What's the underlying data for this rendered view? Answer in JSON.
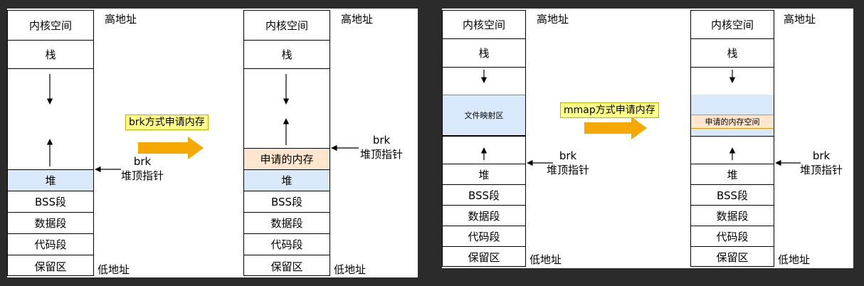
{
  "labels": {
    "high_addr": "高地址",
    "low_addr": "低地址",
    "brk": "brk",
    "heap_top_ptr": "堆顶指针"
  },
  "segments": {
    "kernel": "内核空间",
    "stack": "栈",
    "heap": "堆",
    "bss": "BSS段",
    "data": "数据段",
    "code": "代码段",
    "reserved": "保留区"
  },
  "left_figure": {
    "caption": "brk方式申请内存",
    "allocated": "申请的内存"
  },
  "right_figure": {
    "caption": "mmap方式申请内存",
    "file_mapping": "文件映射区",
    "allocated": "申请的内存空间"
  },
  "colors": {
    "blue_fill": "#dae8fc",
    "orange_fill": "#ffe6cc",
    "caption_fill": "#ffff88",
    "arrow_fill": "#f5a800"
  }
}
